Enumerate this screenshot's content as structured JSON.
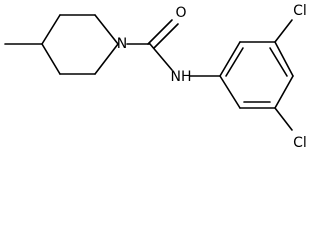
{
  "molecule": {
    "atoms": {
      "N_ring": "N",
      "O_carbonyl": "O",
      "N_amide": "NH",
      "Cl_top": "Cl",
      "Cl_bottom": "Cl"
    }
  }
}
